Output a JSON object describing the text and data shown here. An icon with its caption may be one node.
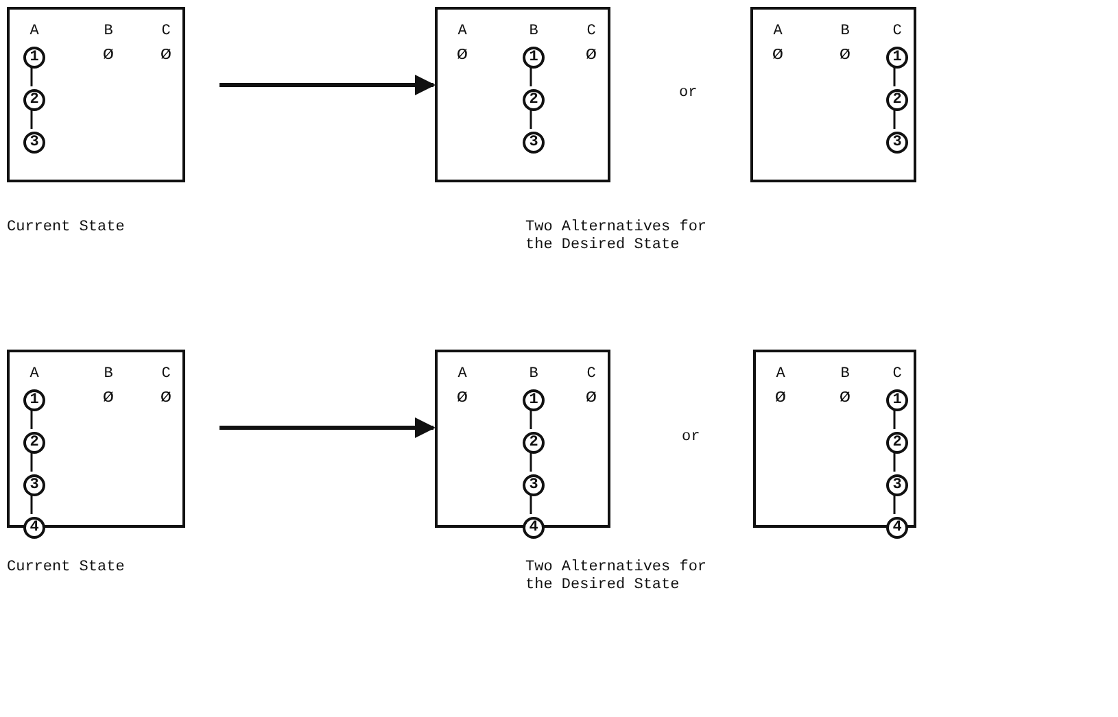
{
  "diagram": {
    "nodes": [
      {
        "text": [
          "A",
          "B",
          "C",
          "ø",
          "ø"
        ]
      },
      {
        "text": [
          "1"
        ],
        "in": 0
      },
      {
        "text": [
          "2"
        ],
        "in": 0
      },
      {
        "text": [
          "3"
        ],
        "in": 0
      },
      {
        "text": [
          "A",
          "B",
          "C",
          "ø",
          "ø"
        ]
      },
      {
        "text": [
          "1"
        ],
        "in": 4
      },
      {
        "text": [
          "2"
        ],
        "in": 4
      },
      {
        "text": [
          "3"
        ],
        "in": 4
      },
      {
        "text": [
          "A",
          "B",
          "C",
          "ø",
          "ø"
        ]
      },
      {
        "text": [
          "1"
        ],
        "in": 8
      },
      {
        "text": [
          "2"
        ],
        "in": 8
      },
      {
        "text": [
          "3"
        ],
        "in": 8
      },
      {
        "text": [
          "A",
          "B",
          "C",
          "ø",
          "ø"
        ]
      },
      {
        "text": [
          "1"
        ],
        "in": 12
      },
      {
        "text": [
          "2"
        ],
        "in": 12
      },
      {
        "text": [
          "3"
        ],
        "in": 12
      },
      {
        "text": [
          "4"
        ],
        "in": 12
      },
      {
        "text": [
          "A",
          "B",
          "C",
          "ø",
          "ø"
        ]
      },
      {
        "text": [
          "1"
        ],
        "in": 17
      },
      {
        "text": [
          "2"
        ],
        "in": 17
      },
      {
        "text": [
          "3"
        ],
        "in": 17
      },
      {
        "text": [
          "4"
        ],
        "in": 17
      },
      {
        "text": [
          "A",
          "B",
          "C",
          "ø",
          "ø"
        ]
      },
      {
        "text": [
          "1"
        ],
        "in": 22
      },
      {
        "text": [
          "2"
        ],
        "in": 22
      },
      {
        "text": [
          "3"
        ],
        "in": 22
      },
      {
        "text": [
          "4"
        ],
        "in": 22
      }
    ],
    "edges": [
      {
        "from": 1,
        "to": 2,
        "arrow": "none"
      },
      {
        "from": 2,
        "to": 3,
        "arrow": "none"
      },
      {
        "from": 0,
        "to": 4,
        "arrow": "to",
        "style": "thick"
      },
      {
        "from": 5,
        "to": 6,
        "arrow": "none"
      },
      {
        "from": 6,
        "to": 7,
        "arrow": "none"
      },
      {
        "from": 9,
        "to": 10,
        "arrow": "none"
      },
      {
        "from": 10,
        "to": 11,
        "arrow": "none"
      },
      {
        "from": 13,
        "to": 14,
        "arrow": "none"
      },
      {
        "from": 14,
        "to": 15,
        "arrow": "none"
      },
      {
        "from": 15,
        "to": 16,
        "arrow": "none"
      },
      {
        "from": 12,
        "to": 17,
        "arrow": "to",
        "style": "thick"
      },
      {
        "from": 18,
        "to": 19,
        "arrow": "none"
      },
      {
        "from": 19,
        "to": 20,
        "arrow": "none"
      },
      {
        "from": 20,
        "to": 21,
        "arrow": "none"
      },
      {
        "from": 23,
        "to": 24,
        "arrow": "none"
      },
      {
        "from": 24,
        "to": 25,
        "arrow": "none"
      },
      {
        "from": 25,
        "to": 26,
        "arrow": "none"
      }
    ],
    "labels": [
      "or",
      "Current State",
      "Two Alternatives for the Desired State",
      "or",
      "Current State",
      "Two Alternatives for the Desired State"
    ]
  }
}
